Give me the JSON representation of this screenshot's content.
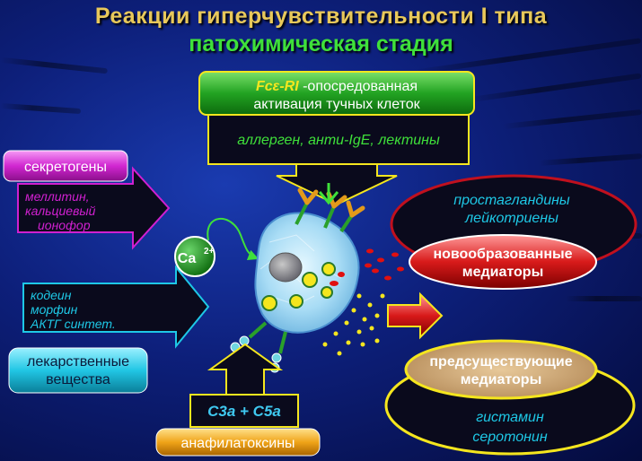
{
  "title": {
    "line1": "Реакции гиперчувствительности  I  типа",
    "line2": "патохимическая  стадия"
  },
  "top_box": {
    "header_prefix": "Fcε-RI",
    "header_rest": " -опосредованная",
    "header_line2": "активация тучных клеток",
    "stimuli": "аллерген, анти-IgE, лектины"
  },
  "secretagogues": {
    "label": "секретогены",
    "items": [
      "меллитин,",
      "кальциевый",
      "ионофор"
    ]
  },
  "drugs": {
    "label_line1": "лекарственные",
    "label_line2": "вещества",
    "items": [
      "кодеин",
      "морфин",
      "АКТГ синтет."
    ]
  },
  "calcium": {
    "ion": "Ca",
    "charge": "2+"
  },
  "anaphylatoxins": {
    "label": "анафилатоксины",
    "items": "C3a + C5a"
  },
  "new_mediators": {
    "items": [
      "простагландины",
      "лейкотриены"
    ],
    "label_line1": "новообразованные",
    "label_line2": "медиаторы"
  },
  "preformed_mediators": {
    "label_line1": "предсуществующие",
    "label_line2": "медиаторы",
    "items": [
      "гистамин",
      "серотонин"
    ]
  },
  "colors": {
    "title_yellow": "#e8c85a",
    "title_green": "#3fe03a",
    "magenta": "#d020d0",
    "cyan": "#1ec8e6",
    "dark_red": "#c0101e",
    "yellow": "#f5e61e",
    "green_badge": "#1a8f1a",
    "arrow_red": "#e01010"
  }
}
